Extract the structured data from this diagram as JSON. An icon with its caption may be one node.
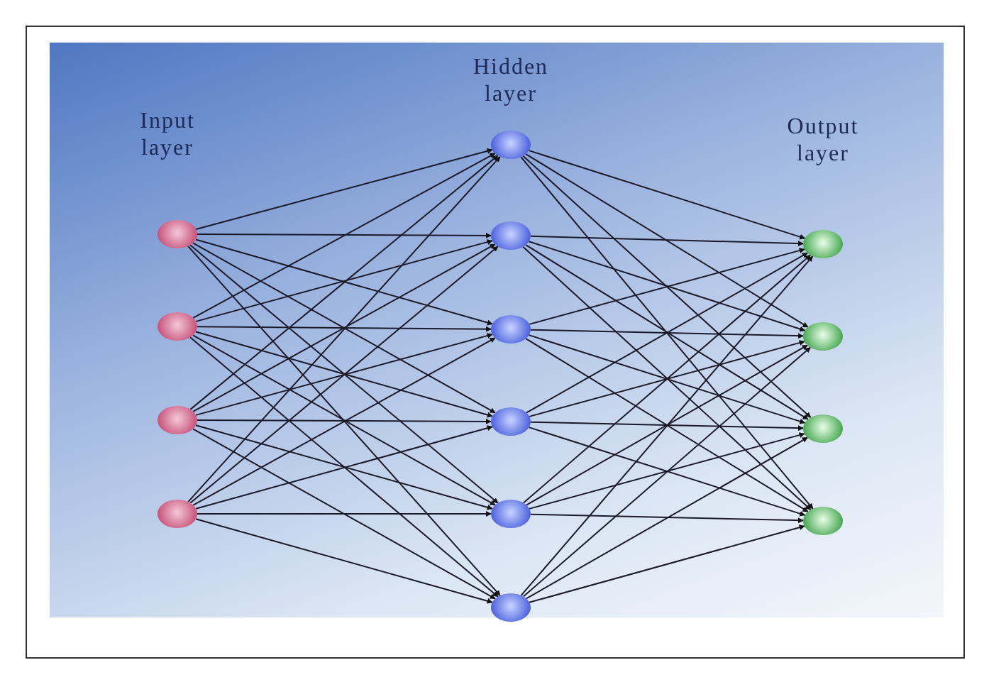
{
  "diagram": {
    "nodes": [
      {
        "text": [],
        "shape": "circle"
      },
      {
        "text": [],
        "shape": "circle"
      },
      {
        "text": [],
        "shape": "circle"
      },
      {
        "text": [],
        "shape": "circle"
      },
      {
        "text": [],
        "shape": "circle"
      },
      {
        "text": [],
        "shape": "circle"
      },
      {
        "text": [],
        "shape": "circle"
      },
      {
        "text": [],
        "shape": "circle"
      },
      {
        "text": [],
        "shape": "circle"
      },
      {
        "text": [],
        "shape": "circle"
      },
      {
        "text": [],
        "shape": "circle"
      },
      {
        "text": [],
        "shape": "circle"
      },
      {
        "text": [],
        "shape": "circle"
      },
      {
        "text": [],
        "shape": "circle"
      }
    ],
    "edges": [
      {
        "from": 0,
        "to": 4,
        "arrow": "to"
      },
      {
        "from": 0,
        "to": 5,
        "arrow": "to"
      },
      {
        "from": 0,
        "to": 6,
        "arrow": "to"
      },
      {
        "from": 0,
        "to": 7,
        "arrow": "to"
      },
      {
        "from": 0,
        "to": 8,
        "arrow": "to"
      },
      {
        "from": 0,
        "to": 9,
        "arrow": "to"
      },
      {
        "from": 1,
        "to": 4,
        "arrow": "to"
      },
      {
        "from": 1,
        "to": 5,
        "arrow": "to"
      },
      {
        "from": 1,
        "to": 6,
        "arrow": "to"
      },
      {
        "from": 1,
        "to": 7,
        "arrow": "to"
      },
      {
        "from": 1,
        "to": 8,
        "arrow": "to"
      },
      {
        "from": 1,
        "to": 9,
        "arrow": "to"
      },
      {
        "from": 2,
        "to": 4,
        "arrow": "to"
      },
      {
        "from": 2,
        "to": 5,
        "arrow": "to"
      },
      {
        "from": 2,
        "to": 6,
        "arrow": "to"
      },
      {
        "from": 2,
        "to": 7,
        "arrow": "to"
      },
      {
        "from": 2,
        "to": 8,
        "arrow": "to"
      },
      {
        "from": 2,
        "to": 9,
        "arrow": "to"
      },
      {
        "from": 3,
        "to": 4,
        "arrow": "to"
      },
      {
        "from": 3,
        "to": 5,
        "arrow": "to"
      },
      {
        "from": 3,
        "to": 6,
        "arrow": "to"
      },
      {
        "from": 3,
        "to": 7,
        "arrow": "to"
      },
      {
        "from": 3,
        "to": 8,
        "arrow": "to"
      },
      {
        "from": 3,
        "to": 9,
        "arrow": "to"
      },
      {
        "from": 4,
        "to": 10,
        "arrow": "to"
      },
      {
        "from": 4,
        "to": 11,
        "arrow": "to"
      },
      {
        "from": 4,
        "to": 12,
        "arrow": "to"
      },
      {
        "from": 4,
        "to": 13,
        "arrow": "to"
      },
      {
        "from": 5,
        "to": 10,
        "arrow": "to"
      },
      {
        "from": 5,
        "to": 11,
        "arrow": "to"
      },
      {
        "from": 5,
        "to": 12,
        "arrow": "to"
      },
      {
        "from": 5,
        "to": 13,
        "arrow": "to"
      },
      {
        "from": 6,
        "to": 10,
        "arrow": "to"
      },
      {
        "from": 6,
        "to": 11,
        "arrow": "to"
      },
      {
        "from": 6,
        "to": 12,
        "arrow": "to"
      },
      {
        "from": 6,
        "to": 13,
        "arrow": "to"
      },
      {
        "from": 7,
        "to": 10,
        "arrow": "to"
      },
      {
        "from": 7,
        "to": 11,
        "arrow": "to"
      },
      {
        "from": 7,
        "to": 12,
        "arrow": "to"
      },
      {
        "from": 7,
        "to": 13,
        "arrow": "to"
      },
      {
        "from": 8,
        "to": 10,
        "arrow": "to"
      },
      {
        "from": 8,
        "to": 11,
        "arrow": "to"
      },
      {
        "from": 8,
        "to": 12,
        "arrow": "to"
      },
      {
        "from": 8,
        "to": 13,
        "arrow": "to"
      },
      {
        "from": 9,
        "to": 10,
        "arrow": "to"
      },
      {
        "from": 9,
        "to": 11,
        "arrow": "to"
      },
      {
        "from": 9,
        "to": 12,
        "arrow": "to"
      },
      {
        "from": 9,
        "to": 13,
        "arrow": "to"
      }
    ],
    "labels": [
      "Input layer",
      "Hidden layer",
      "Output layer"
    ]
  }
}
